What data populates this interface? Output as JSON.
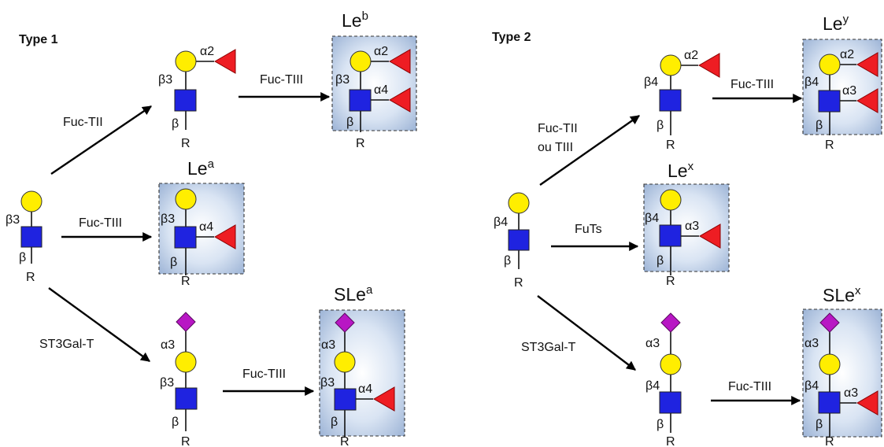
{
  "types": {
    "type1": "Type 1",
    "type2": "Type 2"
  },
  "products": {
    "leb": {
      "base": "Le",
      "sup": "b"
    },
    "lea": {
      "base": "Le",
      "sup": "a"
    },
    "slea": {
      "base": "SLe",
      "sup": "a"
    },
    "ley": {
      "base": "Le",
      "sup": "y"
    },
    "lex": {
      "base": "Le",
      "sup": "x"
    },
    "slex": {
      "base": "SLe",
      "sup": "x"
    }
  },
  "enzymes": {
    "fuc_tii": "Fuc-TII",
    "fuc_tiii": "Fuc-TIII",
    "st3gal": "ST3Gal-T",
    "fuc_tii_or_line1": "Fuc-TII",
    "fuc_tii_or_line2": "ou TIII",
    "futs": "FuTs"
  },
  "linkages": {
    "beta": "β",
    "beta3": "β3",
    "beta4": "β4",
    "alpha2": "α2",
    "alpha3": "α3",
    "alpha4": "α4",
    "r": "R"
  },
  "colors": {
    "galactose": "#ffee00",
    "glcnac": "#1f23e0",
    "fucose": "#ee1d23",
    "sialic_acid": "#b817c4"
  }
}
